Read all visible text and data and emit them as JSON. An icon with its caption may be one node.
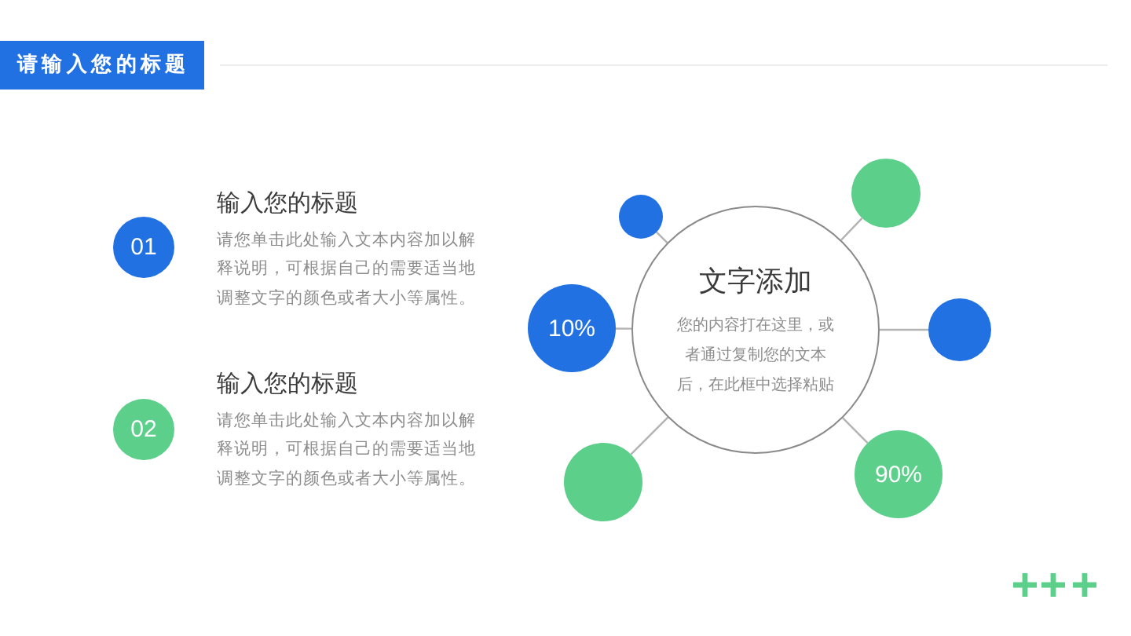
{
  "diagram": {
    "title": "请输入您的标题",
    "nodes": [
      {
        "text": [
          "01"
        ],
        "beside": [
          "输入您的标题",
          "请您单击此处输入文本内容加以解释说明，可根据自己的需要适当地调整文字的颜色或者大小等属性。"
        ]
      },
      {
        "text": [
          "02"
        ],
        "beside": [
          "输入您的标题",
          "请您单击此处输入文本内容加以解释说明，可根据自己的需要适当地调整文字的颜色或者大小等属性。"
        ]
      },
      {
        "text": [
          "文字添加",
          "您的内容打在这里，或者通过复制您的文本后，在此框中选择粘贴"
        ]
      },
      {
        "text": [],
        "shape": "circle"
      },
      {
        "text": [],
        "shape": "circle"
      },
      {
        "text": [
          "10%"
        ]
      },
      {
        "text": [],
        "shape": "circle"
      },
      {
        "text": [],
        "shape": "circle"
      },
      {
        "text": [
          "90%"
        ]
      }
    ],
    "edges": [
      {
        "from": 2,
        "to": 3,
        "arrow": "none"
      },
      {
        "from": 2,
        "to": 4,
        "arrow": "none"
      },
      {
        "from": 2,
        "to": 5,
        "arrow": "none"
      },
      {
        "from": 2,
        "to": 6,
        "arrow": "none"
      },
      {
        "from": 2,
        "to": 7,
        "arrow": "none"
      },
      {
        "from": 2,
        "to": 8,
        "arrow": "none"
      }
    ]
  }
}
